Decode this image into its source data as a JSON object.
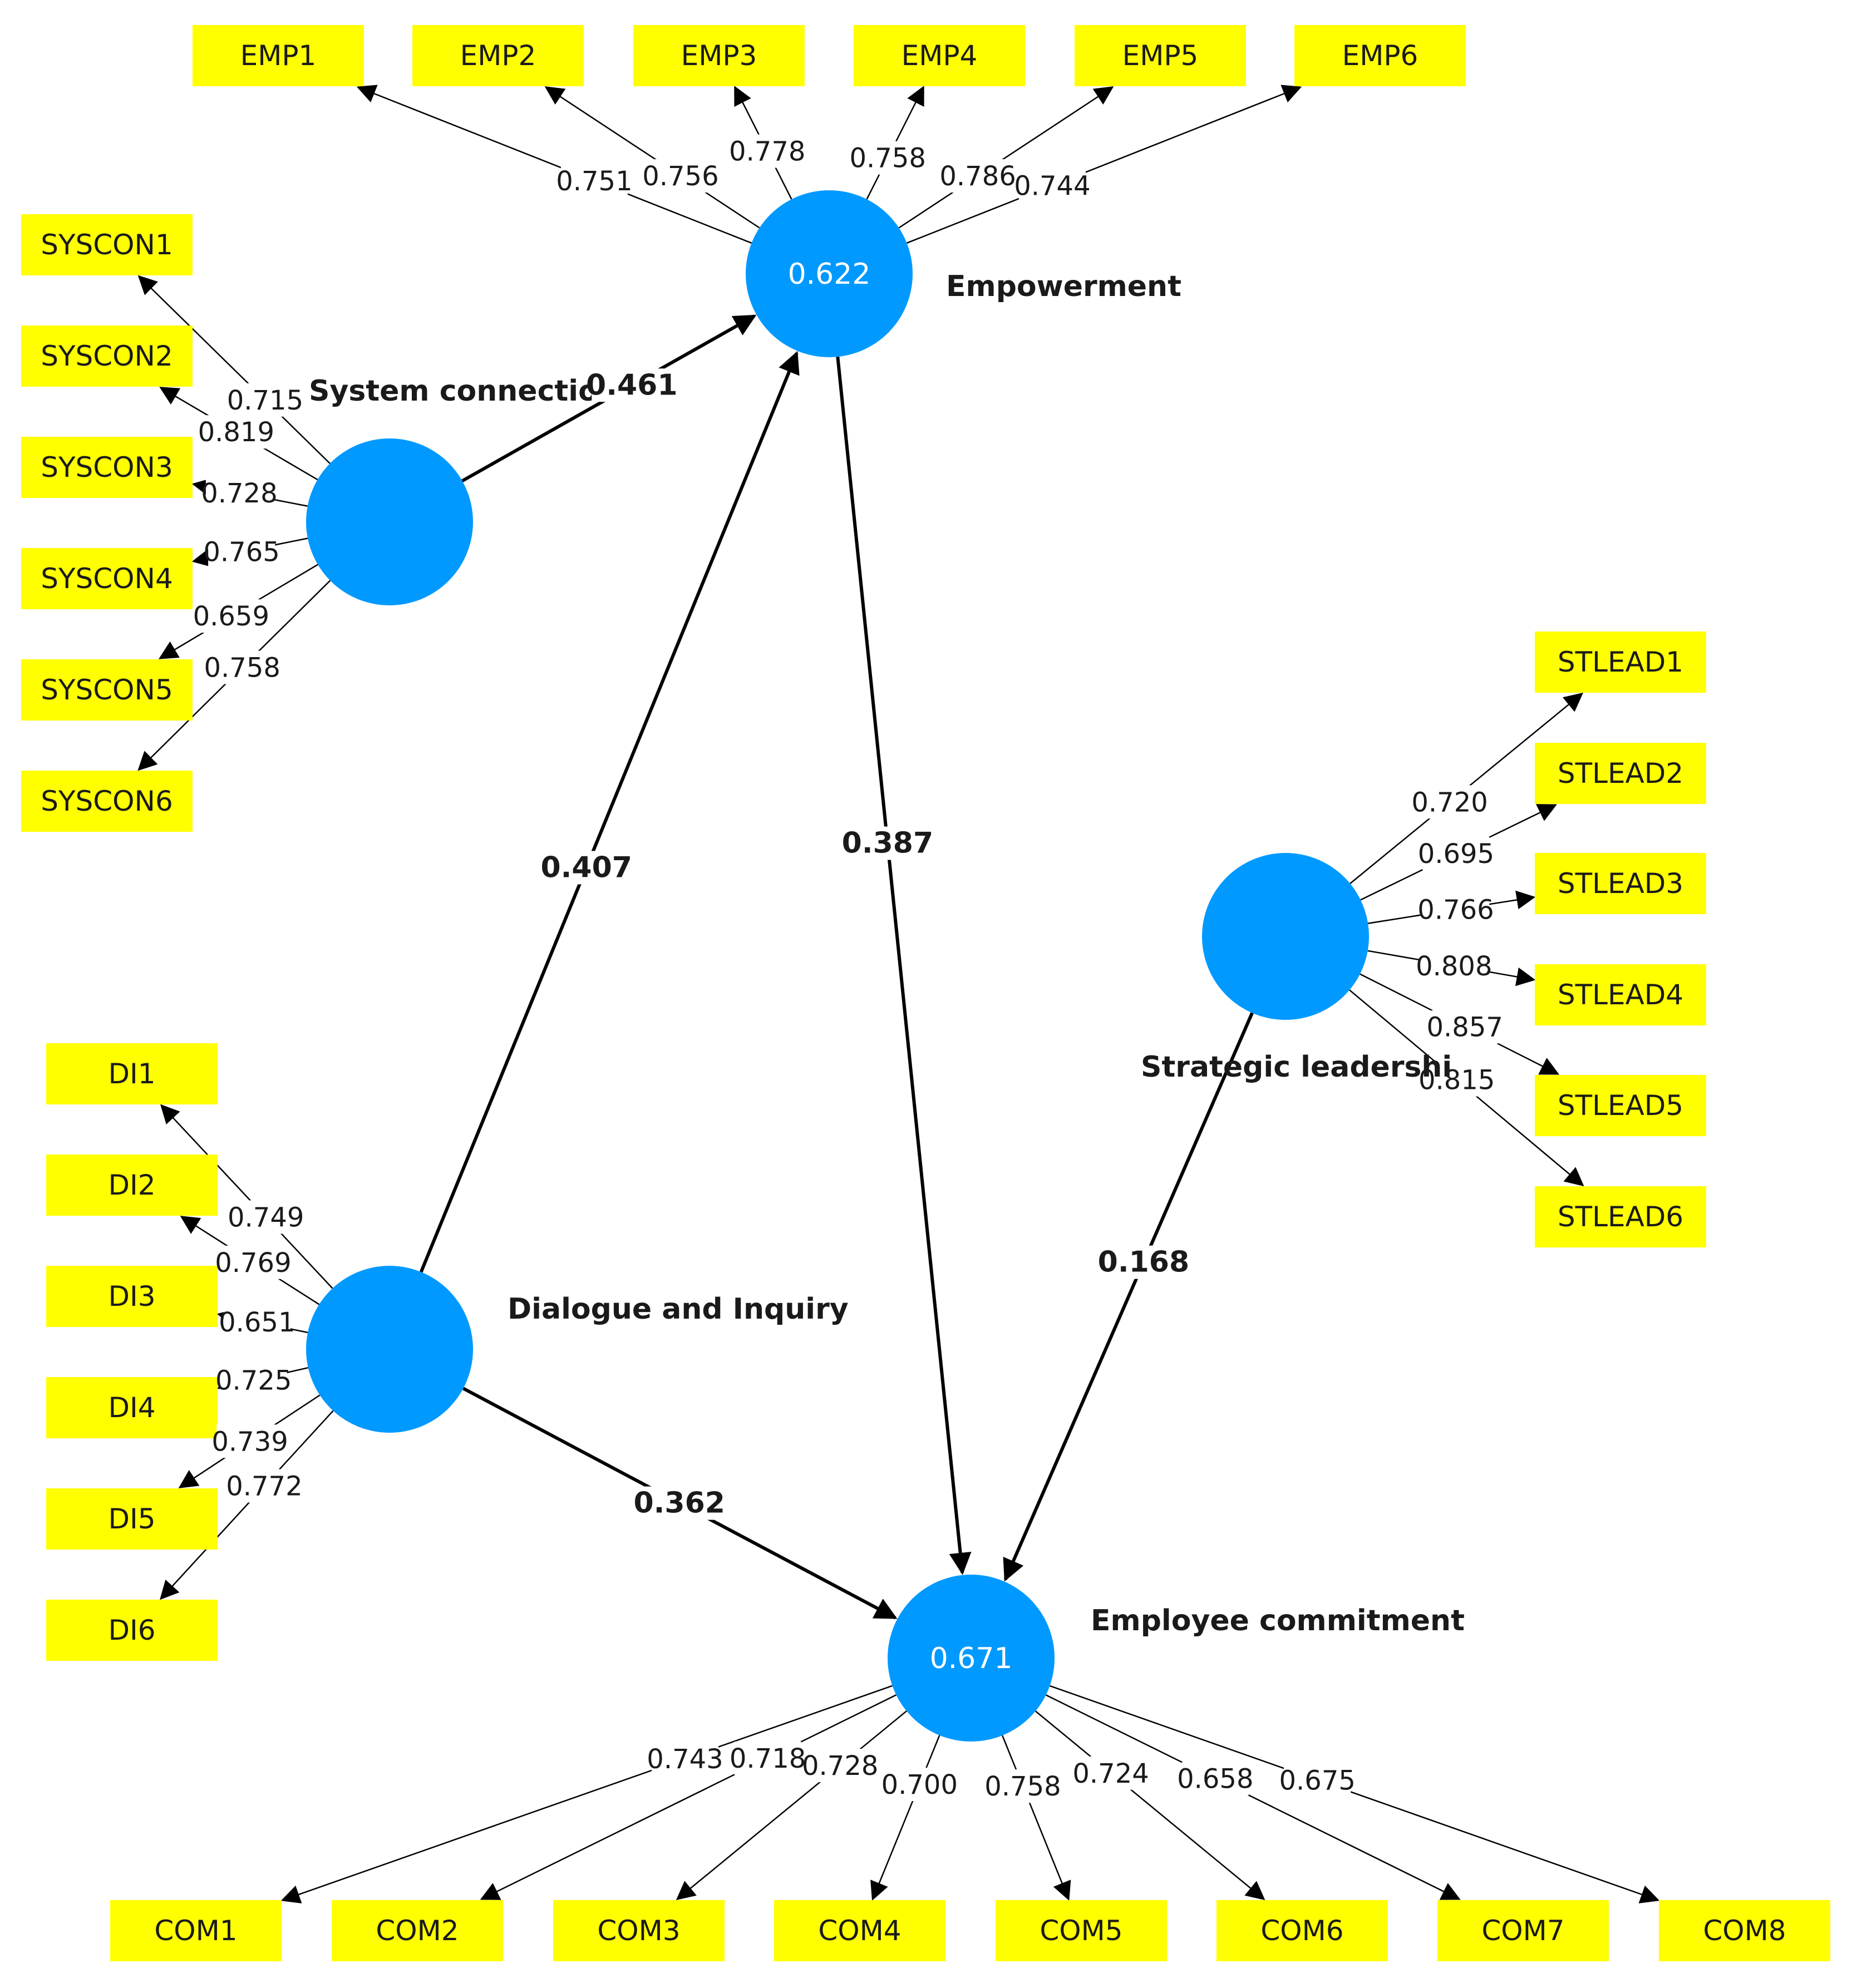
{
  "colors": {
    "construct_fill": "#0099ff",
    "indicator_fill": "#ffff00",
    "line": "#000000",
    "text": "#1a1a1a"
  },
  "constructs": [
    {
      "id": "emp",
      "name": "Empowerment",
      "r2": "0.622",
      "indicators": [
        {
          "label": "EMP1",
          "loading": "0.751"
        },
        {
          "label": "EMP2",
          "loading": "0.756"
        },
        {
          "label": "EMP3",
          "loading": "0.778"
        },
        {
          "label": "EMP4",
          "loading": "0.758"
        },
        {
          "label": "EMP5",
          "loading": "0.786"
        },
        {
          "label": "EMP6",
          "loading": "0.744"
        }
      ]
    },
    {
      "id": "sys",
      "name": "System connectio",
      "r2": "",
      "indicators": [
        {
          "label": "SYSCON1",
          "loading": "0.715"
        },
        {
          "label": "SYSCON2",
          "loading": "0.819"
        },
        {
          "label": "SYSCON3",
          "loading": "0.728"
        },
        {
          "label": "SYSCON4",
          "loading": "0.765"
        },
        {
          "label": "SYSCON5",
          "loading": "0.659"
        },
        {
          "label": "SYSCON6",
          "loading": "0.758"
        }
      ]
    },
    {
      "id": "di",
      "name": "Dialogue and Inquiry",
      "r2": "",
      "indicators": [
        {
          "label": "DI1",
          "loading": "0.749"
        },
        {
          "label": "DI2",
          "loading": "0.769"
        },
        {
          "label": "DI3",
          "loading": "0.651"
        },
        {
          "label": "DI4",
          "loading": "0.725"
        },
        {
          "label": "DI5",
          "loading": "0.739"
        },
        {
          "label": "DI6",
          "loading": "0.772"
        }
      ]
    },
    {
      "id": "stl",
      "name": "Strategic leadershi",
      "r2": "",
      "indicators": [
        {
          "label": "STLEAD1",
          "loading": "0.720"
        },
        {
          "label": "STLEAD2",
          "loading": "0.695"
        },
        {
          "label": "STLEAD3",
          "loading": "0.766"
        },
        {
          "label": "STLEAD4",
          "loading": "0.808"
        },
        {
          "label": "STLEAD5",
          "loading": "0.857"
        },
        {
          "label": "STLEAD6",
          "loading": "0.815"
        }
      ]
    },
    {
      "id": "com",
      "name": "Employee commitment",
      "r2": "0.671",
      "indicators": [
        {
          "label": "COM1",
          "loading": "0.743"
        },
        {
          "label": "COM2",
          "loading": "0.718"
        },
        {
          "label": "COM3",
          "loading": "0.728"
        },
        {
          "label": "COM4",
          "loading": "0.700"
        },
        {
          "label": "COM5",
          "loading": "0.758"
        },
        {
          "label": "COM6",
          "loading": "0.724"
        },
        {
          "label": "COM7",
          "loading": "0.658"
        },
        {
          "label": "COM8",
          "loading": "0.675"
        }
      ]
    }
  ],
  "paths": [
    {
      "from": "sys",
      "to": "emp",
      "coefficient": "0.461"
    },
    {
      "from": "di",
      "to": "emp",
      "coefficient": "0.407"
    },
    {
      "from": "emp",
      "to": "com",
      "coefficient": "0.387"
    },
    {
      "from": "di",
      "to": "com",
      "coefficient": "0.362"
    },
    {
      "from": "stl",
      "to": "com",
      "coefficient": "0.168"
    }
  ]
}
